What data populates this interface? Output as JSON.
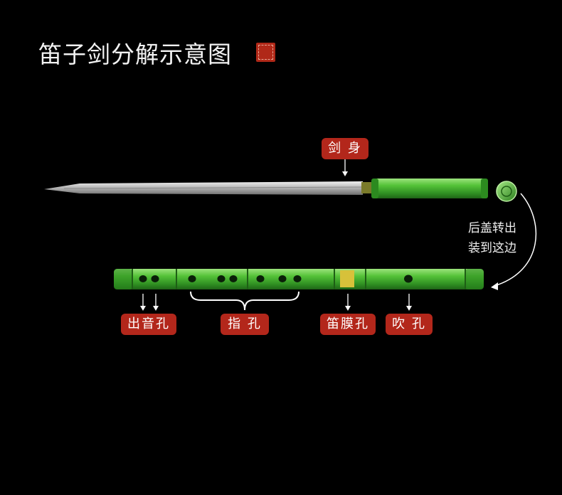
{
  "title": "笛子剑分解示意图",
  "labels": {
    "blade": "剑 身",
    "cap_note_line1": "后盖转出",
    "cap_note_line2": "装到这边",
    "sound_holes": "出音孔",
    "finger_holes": "指 孔",
    "membrane_hole": "笛膜孔",
    "blow_hole": "吹 孔"
  },
  "colors": {
    "background": "#000000",
    "label_red": "#b3271b",
    "flute_green": "#49b82d",
    "blade_silver": "#c9c9c9"
  }
}
